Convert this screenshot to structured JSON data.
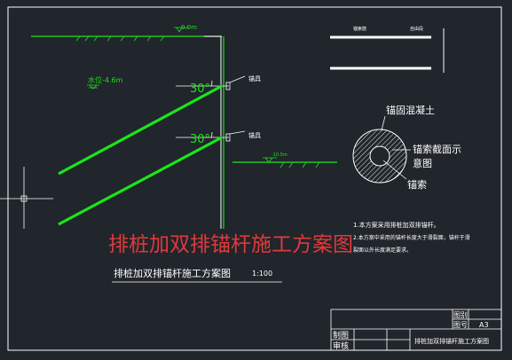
{
  "colors": {
    "background": "#21252c",
    "border": "#ffffff",
    "green": "#19e619",
    "drawing_white": "#ffffff",
    "watermark_red": "#e03a3a"
  },
  "drawing": {
    "ground_level": "0.0m",
    "water_level": "水位-4.6m",
    "pit_bottom_level": "-10.5m",
    "angle_upper": "30°",
    "angle_lower": "30°",
    "anchor_label_upper": "锚具",
    "anchor_label_lower": "锚具",
    "legend_top_left": "锚索筋",
    "legend_top_right": "自由段",
    "section_label_concrete": "锚固混凝土",
    "section_label_title_line1": "锚索截面示",
    "section_label_title_line2": "意图",
    "section_label_strand": "锚索",
    "notes": [
      "1.本方案采用排桩加双排锚杆。",
      "2.本方案中采用的锚杆长度大于滑裂面，锚杆于滑",
      "裂面以外长度满足要求。"
    ],
    "watermark": "排桩加双排锚杆施工方案图",
    "caption": "排桩加双排锚杆施工方案图",
    "scale": "1:100"
  },
  "title_block": {
    "cat_label": "图别",
    "num_label": "图号",
    "num_value": "A3",
    "draw_label": "制图",
    "review_label": "审核",
    "title": "排桩加双排锚杆施工方案图"
  }
}
